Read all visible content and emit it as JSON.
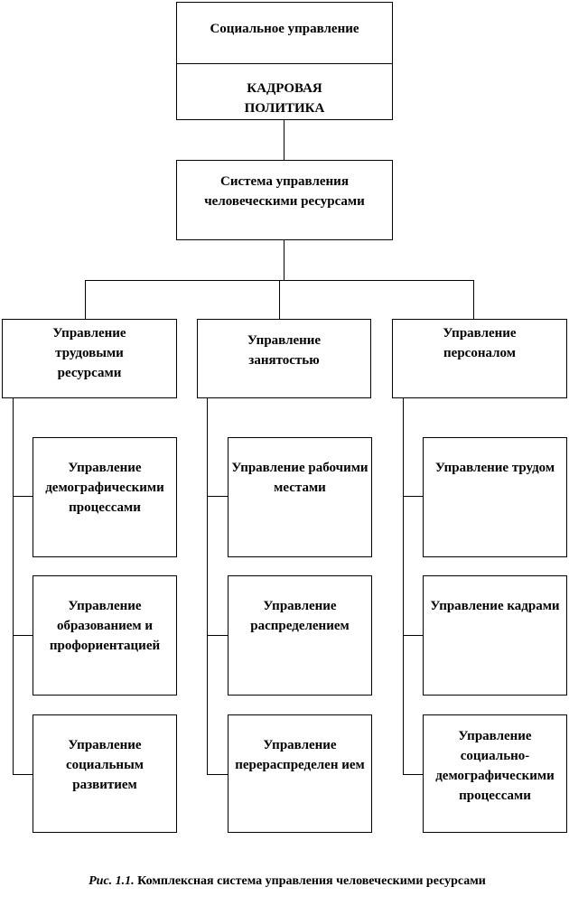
{
  "top": {
    "line1": "Социальное управление",
    "line2": "КАДРОВАЯ ПОЛИТИКА"
  },
  "system": "Система управления человеческими ресурсами",
  "columns": [
    {
      "title": "Управление трудовыми ресурсами",
      "children": [
        "Управление демографическими процессами",
        "Управление образованием и профориентацией",
        "Управление социальным развитием"
      ]
    },
    {
      "title": "Управление занятостью",
      "children": [
        "Управление рабочими местами",
        "Управление распределением",
        "Управление перераспределен ием"
      ]
    },
    {
      "title": "Управление персоналом",
      "children": [
        "Управление трудом",
        "Управление кадрами",
        "Управление социально-демографическими процессами"
      ]
    }
  ],
  "caption": {
    "prefix": "Рис. 1.1.",
    "text": "Комплексная система управления человеческими ресурсами"
  }
}
